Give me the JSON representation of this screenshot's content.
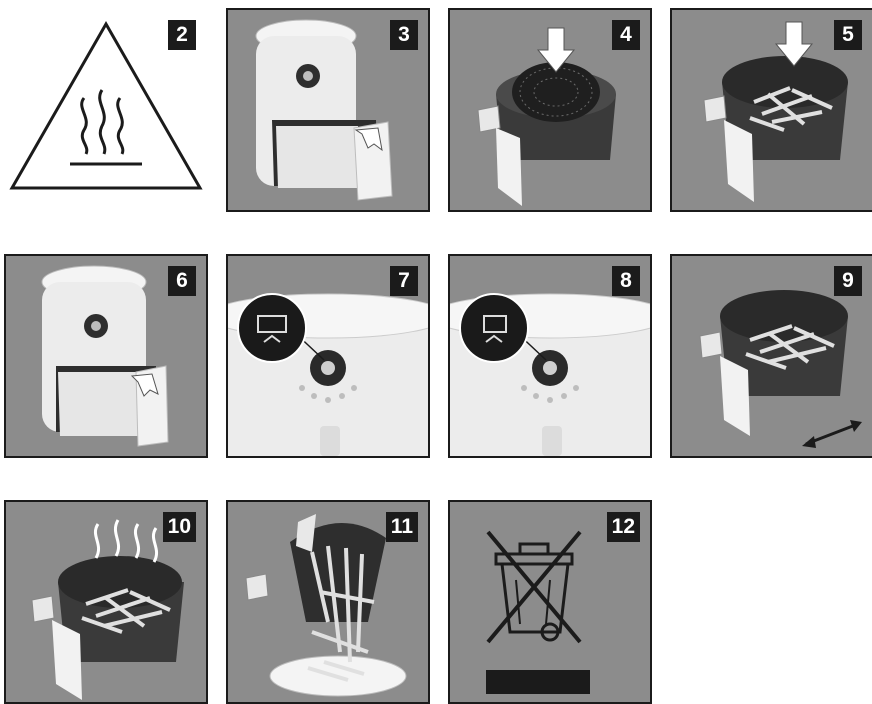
{
  "steps": [
    {
      "number": "2"
    },
    {
      "number": "3"
    },
    {
      "number": "4"
    },
    {
      "number": "5"
    },
    {
      "number": "6"
    },
    {
      "number": "7"
    },
    {
      "number": "8"
    },
    {
      "number": "9"
    },
    {
      "number": "10"
    },
    {
      "number": "11"
    },
    {
      "number": "12"
    }
  ],
  "colors": {
    "panel_bg": "#8c8c8c",
    "badge_bg": "#1b1b1b",
    "appliance": "#ececec",
    "basket": "#3a3a3a",
    "fries": "#dedede"
  }
}
